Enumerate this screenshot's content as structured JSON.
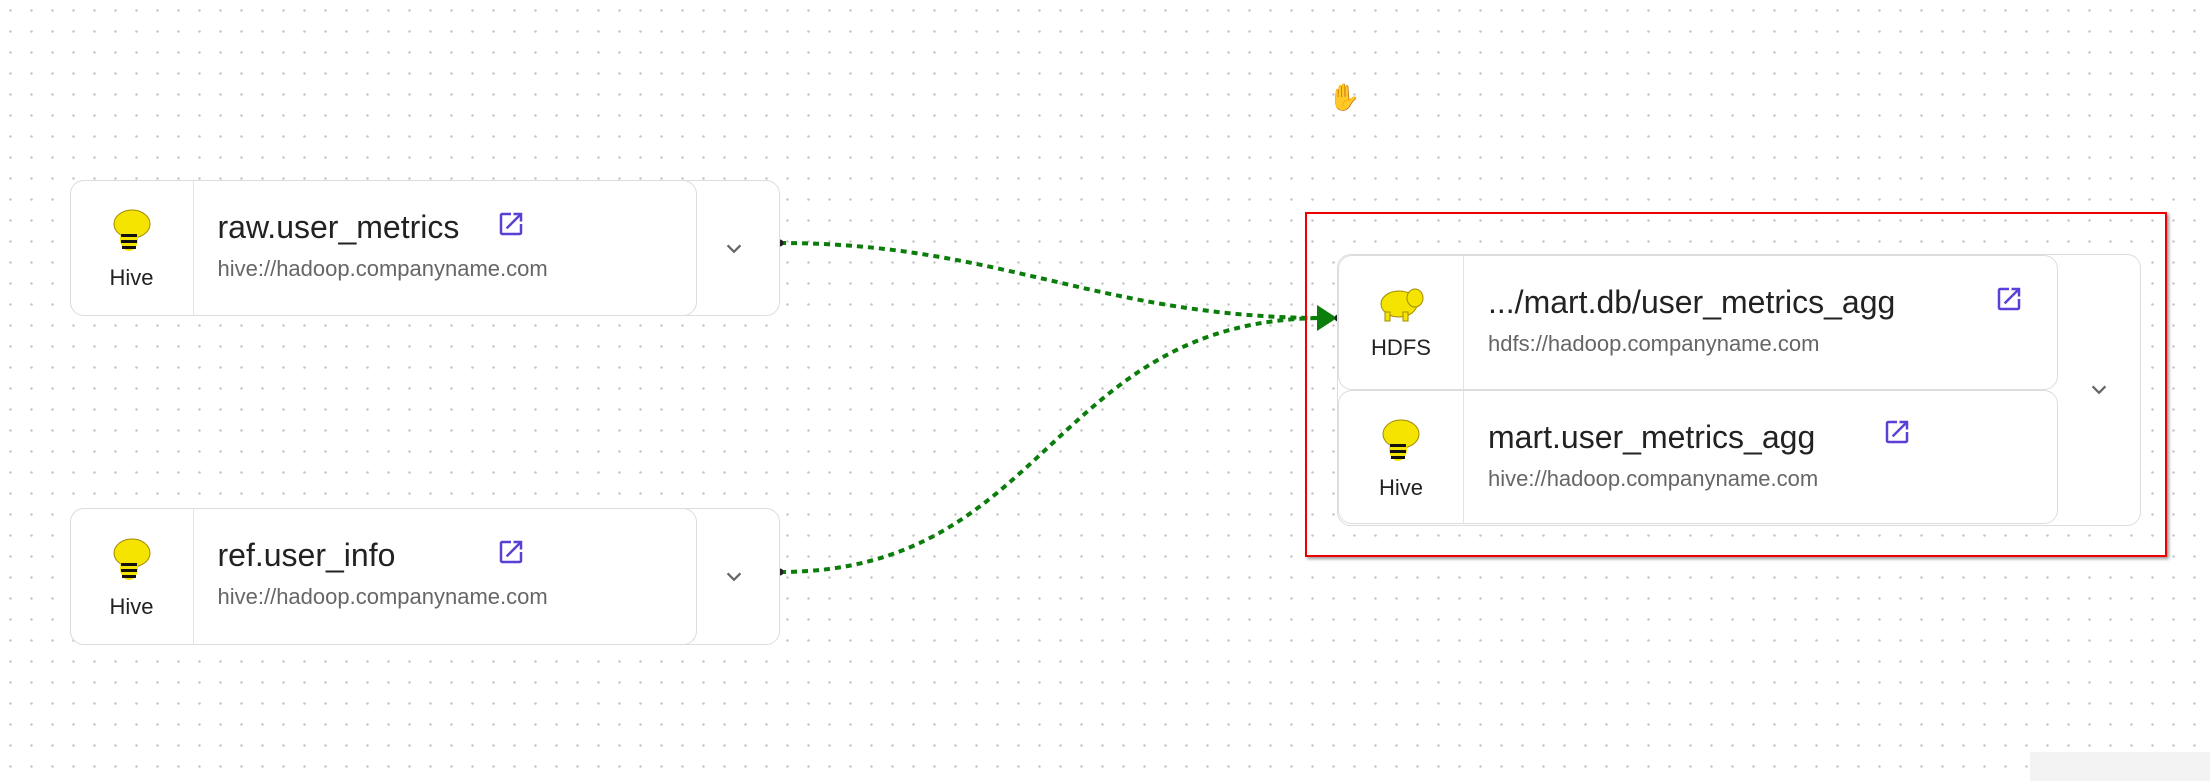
{
  "nodes": [
    {
      "type": "Hive",
      "icon": "hive-icon",
      "title": "raw.user_metrics",
      "subtitle": "hive://hadoop.companyname.com"
    },
    {
      "type": "Hive",
      "icon": "hive-icon",
      "title": "ref.user_info",
      "subtitle": "hive://hadoop.companyname.com"
    }
  ],
  "target_group": {
    "items": [
      {
        "type": "HDFS",
        "icon": "hdfs-elephant-icon",
        "title": ".../mart.db/user_metrics_agg",
        "subtitle": "hdfs://hadoop.companyname.com"
      },
      {
        "type": "Hive",
        "icon": "hive-icon",
        "title": "mart.user_metrics_agg",
        "subtitle": "hive://hadoop.companyname.com"
      }
    ]
  },
  "colors": {
    "edge": "#0a7d0a",
    "link": "#5b3fd6",
    "selection": "#e00000"
  }
}
